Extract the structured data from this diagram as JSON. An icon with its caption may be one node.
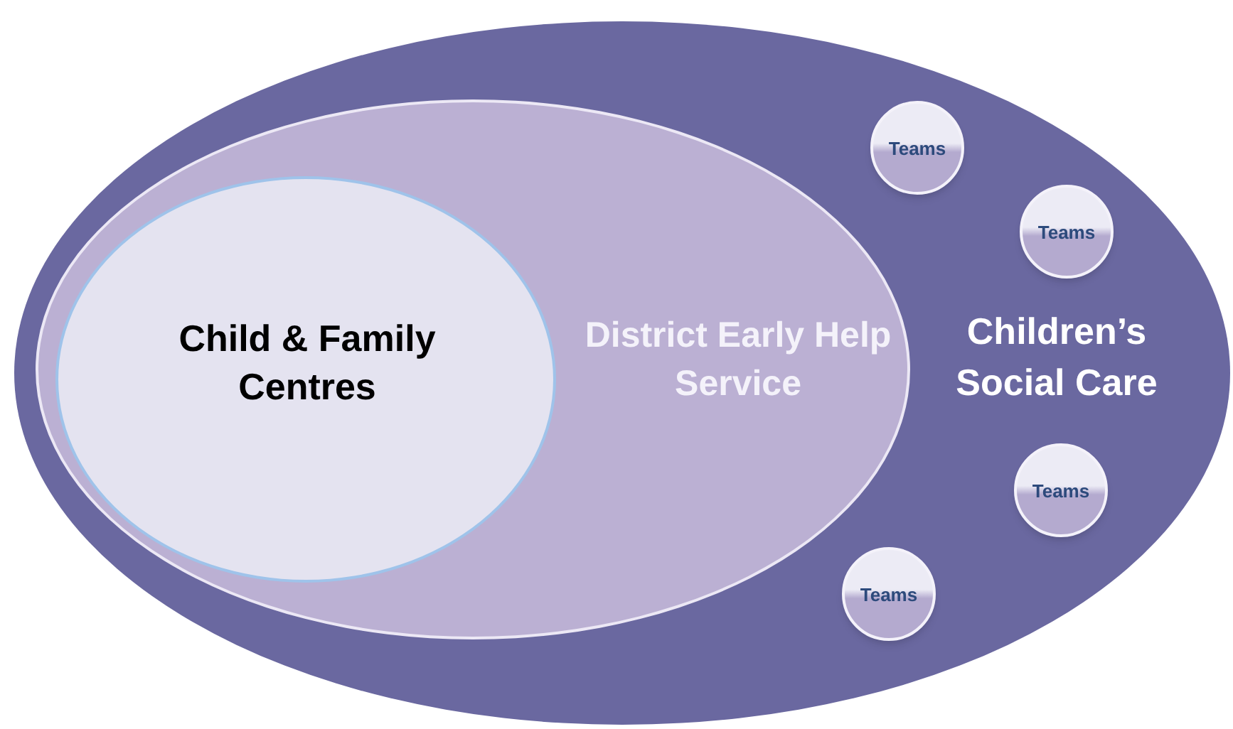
{
  "diagram": {
    "nodes": [
      {
        "text": [
          "Children’s Social Care"
        ]
      },
      {
        "text": [
          "District Early Help Service"
        ],
        "in": 0
      },
      {
        "text": [
          "Child & Family Centres"
        ],
        "in": 1
      },
      {
        "text": [
          "Teams"
        ],
        "in": 0
      },
      {
        "text": [
          "Teams"
        ],
        "in": 0
      },
      {
        "text": [
          "Teams"
        ],
        "in": 0
      },
      {
        "text": [
          "Teams"
        ],
        "in": 0
      }
    ]
  }
}
